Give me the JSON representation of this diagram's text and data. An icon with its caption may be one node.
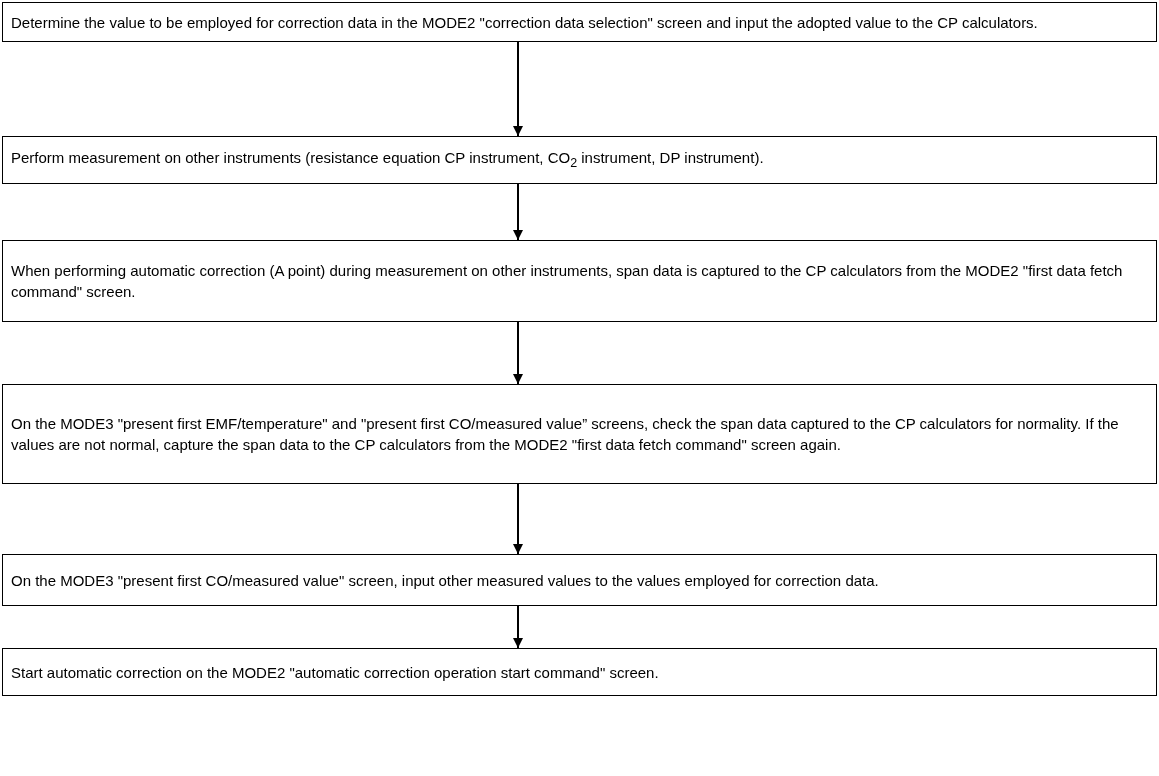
{
  "diagram": {
    "nodes": [
      {
        "text": [
          "Determine the value to be employed for correction data in the MODE2 \"correction data selection\" screen and input the adopted value to the CP calculators."
        ]
      },
      {
        "text": [
          "Perform measurement on other instruments (resistance equation CP instrument, CO$_{2}$ instrument, DP instrument)."
        ]
      },
      {
        "text": [
          "When performing automatic correction (A point) during measurement on other instruments, span data is captured to the CP calculators from the MODE2 \"first data fetch command\" screen."
        ]
      },
      {
        "text": [
          "On the MODE3 \"present first EMF/temperature\" and \"present first CO/measured value” screens, check the span data captured to the CP calculators for normality. If the values are not normal, capture the span data to the CP calculators from the MODE2 \"first data fetch command\" screen again."
        ]
      },
      {
        "text": [
          "On the MODE3 \"present first CO/measured value\" screen, input other measured values to the values employed for correction data."
        ]
      },
      {
        "text": [
          "Start automatic correction on the MODE2 \"automatic correction operation start command\" screen."
        ]
      }
    ],
    "edges": [
      {
        "from": 0,
        "to": 1,
        "arrow": "to"
      },
      {
        "from": 1,
        "to": 2,
        "arrow": "to"
      },
      {
        "from": 2,
        "to": 3,
        "arrow": "to"
      },
      {
        "from": 3,
        "to": 4,
        "arrow": "to"
      },
      {
        "from": 4,
        "to": 5,
        "arrow": "to"
      }
    ]
  }
}
